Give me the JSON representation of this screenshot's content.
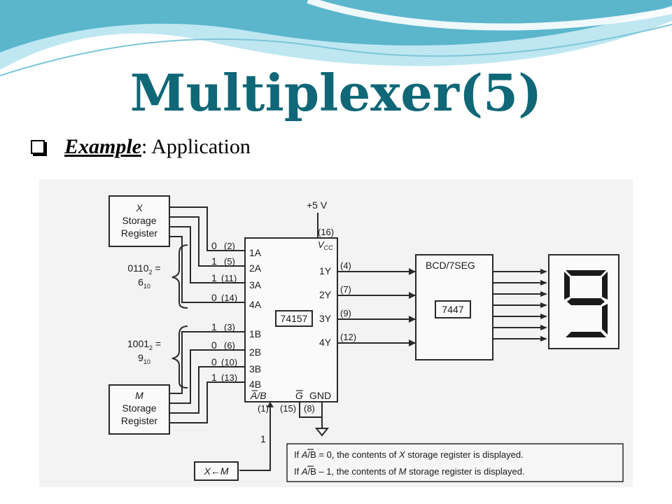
{
  "slide": {
    "title": "Multiplexer(5)",
    "bullet_label": "Example",
    "bullet_rest": ": Application"
  },
  "colors": {
    "title": "#0f6777",
    "wave_dark": "#5bb6cc",
    "wave_light": "#bfe7f1"
  },
  "icons": {
    "bullet": "checkbox-bullet-icon"
  },
  "diagram": {
    "x_register": [
      "X",
      "Storage",
      "Register"
    ],
    "m_register": [
      "M",
      "Storage",
      "Register"
    ],
    "x_value": {
      "binary": "0110",
      "base": "2",
      "eq": " =",
      "decimal": "6",
      "dec_base": "10"
    },
    "m_value": {
      "binary": "1001",
      "base": "2",
      "eq": " =",
      "decimal": "9",
      "dec_base": "10"
    },
    "x_bits": [
      "0",
      "1",
      "1",
      "0"
    ],
    "m_bits": [
      "1",
      "0",
      "0",
      "1"
    ],
    "x_input_pins": [
      "(2)",
      "(5)",
      "(11)",
      "(14)"
    ],
    "m_input_pins": [
      "(3)",
      "(6)",
      "(10)",
      "(13)"
    ],
    "mux_chip": "74157",
    "mux_inputs_a": [
      "1A",
      "2A",
      "3A",
      "4A"
    ],
    "mux_inputs_b": [
      "1B",
      "2B",
      "3B",
      "4B"
    ],
    "mux_outputs": [
      "1Y",
      "2Y",
      "3Y",
      "4Y"
    ],
    "mux_output_pins": [
      "(4)",
      "(7)",
      "(9)",
      "(12)"
    ],
    "supply": "+5 V",
    "vcc_pin": "(16)",
    "vcc_label": "V",
    "vcc_sub": "CC",
    "select_label": "A/B",
    "enable_label": "G",
    "gnd_label": "GND",
    "select_pin": "(1)",
    "enable_pin": "(15)",
    "gnd_pin": "(8)",
    "select_level": "1",
    "decoder_label": "BCD/7SEG",
    "decoder_chip": "7447",
    "display_digit": "9",
    "switch_label": "X←M",
    "note_1": {
      "prefix": "If ",
      "bar": "A",
      "mid": "/B = 0, the contents of ",
      "reg": "X",
      "suffix": " storage register is displayed."
    },
    "note_2": {
      "prefix": "If ",
      "bar": "A",
      "mid": "/B – 1, the contents of ",
      "reg": "M",
      "suffix": " storage register is displayed."
    }
  }
}
